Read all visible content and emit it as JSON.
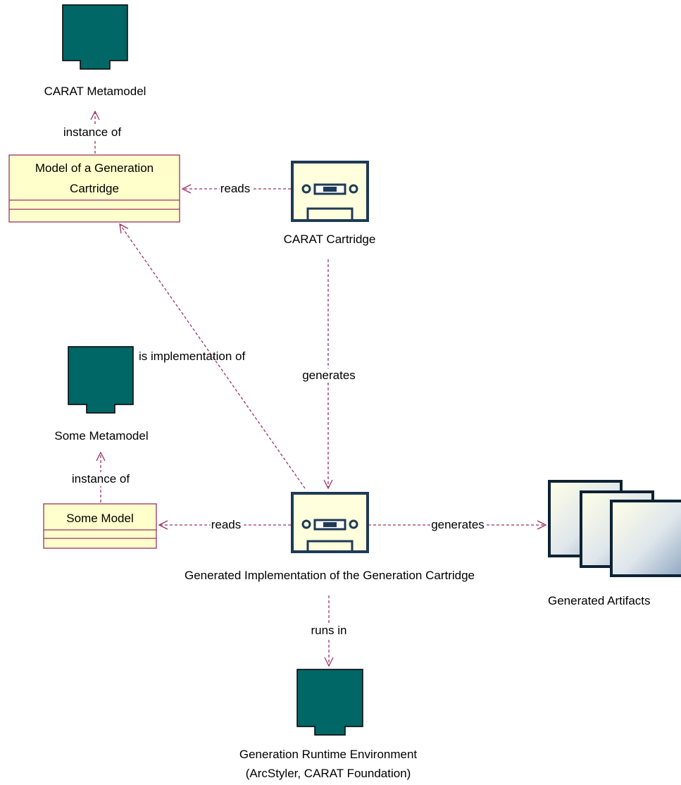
{
  "nodes": {
    "carat_metamodel": {
      "label": "CARAT Metamodel",
      "icon": "metamodel-icon"
    },
    "model_generation_cartridge": {
      "label_lines": [
        "Model of a Generation",
        "Cartridge"
      ]
    },
    "carat_cartridge": {
      "label": "CARAT Cartridge",
      "icon": "cartridge-icon"
    },
    "some_metamodel": {
      "label": "Some Metamodel",
      "icon": "metamodel-icon"
    },
    "some_model": {
      "label": "Some Model"
    },
    "generated_implementation": {
      "label": "Generated Implementation of the Generation Cartridge",
      "icon": "cartridge-icon"
    },
    "generated_artifacts": {
      "label": "Generated Artifacts",
      "icon": "artifacts-icon"
    },
    "runtime_environment": {
      "label_lines": [
        "Generation Runtime Environment",
        "(ArcStyler, CARAT Foundation)"
      ],
      "icon": "runtime-icon"
    }
  },
  "edges": {
    "instance_of_1": "instance of",
    "reads_1": "reads",
    "is_implementation_of": "is implementation of",
    "generates_1": "generates",
    "instance_of_2": "instance of",
    "reads_2": "reads",
    "generates_2": "generates",
    "runs_in": "runs in"
  },
  "colors": {
    "teal": "#006666",
    "class_fill": "#ffffcc",
    "class_border": "#993366",
    "edge": "#993366",
    "cartridge_fill": "#ffffdd"
  }
}
